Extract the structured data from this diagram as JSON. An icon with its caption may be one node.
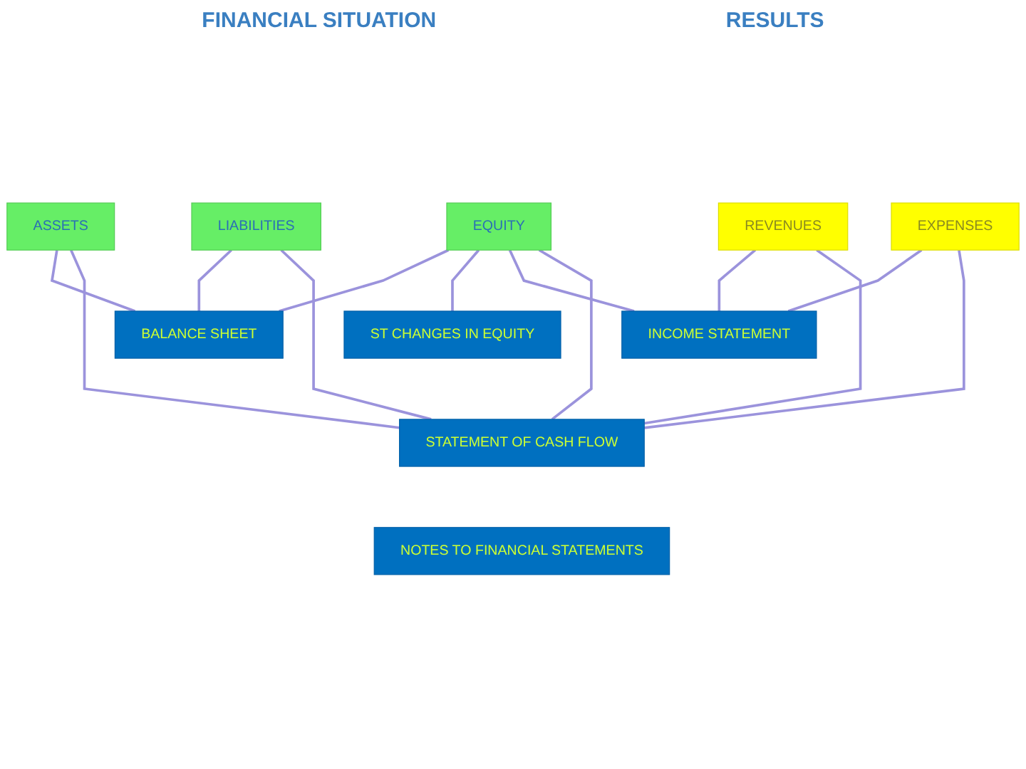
{
  "diagram": {
    "nodes": [
      {
        "text": [
          "ASSETS"
        ]
      },
      {
        "text": [
          "LIABILITIES"
        ]
      },
      {
        "text": [
          "EQUITY"
        ]
      },
      {
        "text": [
          "REVENUES"
        ]
      },
      {
        "text": [
          "EXPENSES"
        ]
      },
      {
        "text": [
          "BALANCE SHEET"
        ]
      },
      {
        "text": [
          "ST CHANGES IN EQUITY"
        ]
      },
      {
        "text": [
          "INCOME STATEMENT"
        ]
      },
      {
        "text": [
          "STATEMENT OF CASH FLOW"
        ]
      },
      {
        "text": [
          "NOTES TO FINANCIAL STATEMENTS"
        ]
      }
    ],
    "edges": [
      {
        "from": 0,
        "to": 5,
        "arrow": "none"
      },
      {
        "from": 1,
        "to": 5,
        "arrow": "none"
      },
      {
        "from": 2,
        "to": 5,
        "arrow": "none"
      },
      {
        "from": 2,
        "to": 6,
        "arrow": "none"
      },
      {
        "from": 2,
        "to": 7,
        "arrow": "none"
      },
      {
        "from": 3,
        "to": 7,
        "arrow": "none"
      },
      {
        "from": 4,
        "to": 7,
        "arrow": "none"
      },
      {
        "from": 0,
        "to": 8,
        "arrow": "none"
      },
      {
        "from": 1,
        "to": 8,
        "arrow": "none"
      },
      {
        "from": 2,
        "to": 8,
        "arrow": "none"
      },
      {
        "from": 3,
        "to": 8,
        "arrow": "none"
      },
      {
        "from": 4,
        "to": 8,
        "arrow": "none"
      }
    ],
    "labels": [
      "FINANCIAL SITUATION",
      "RESULTS"
    ]
  }
}
